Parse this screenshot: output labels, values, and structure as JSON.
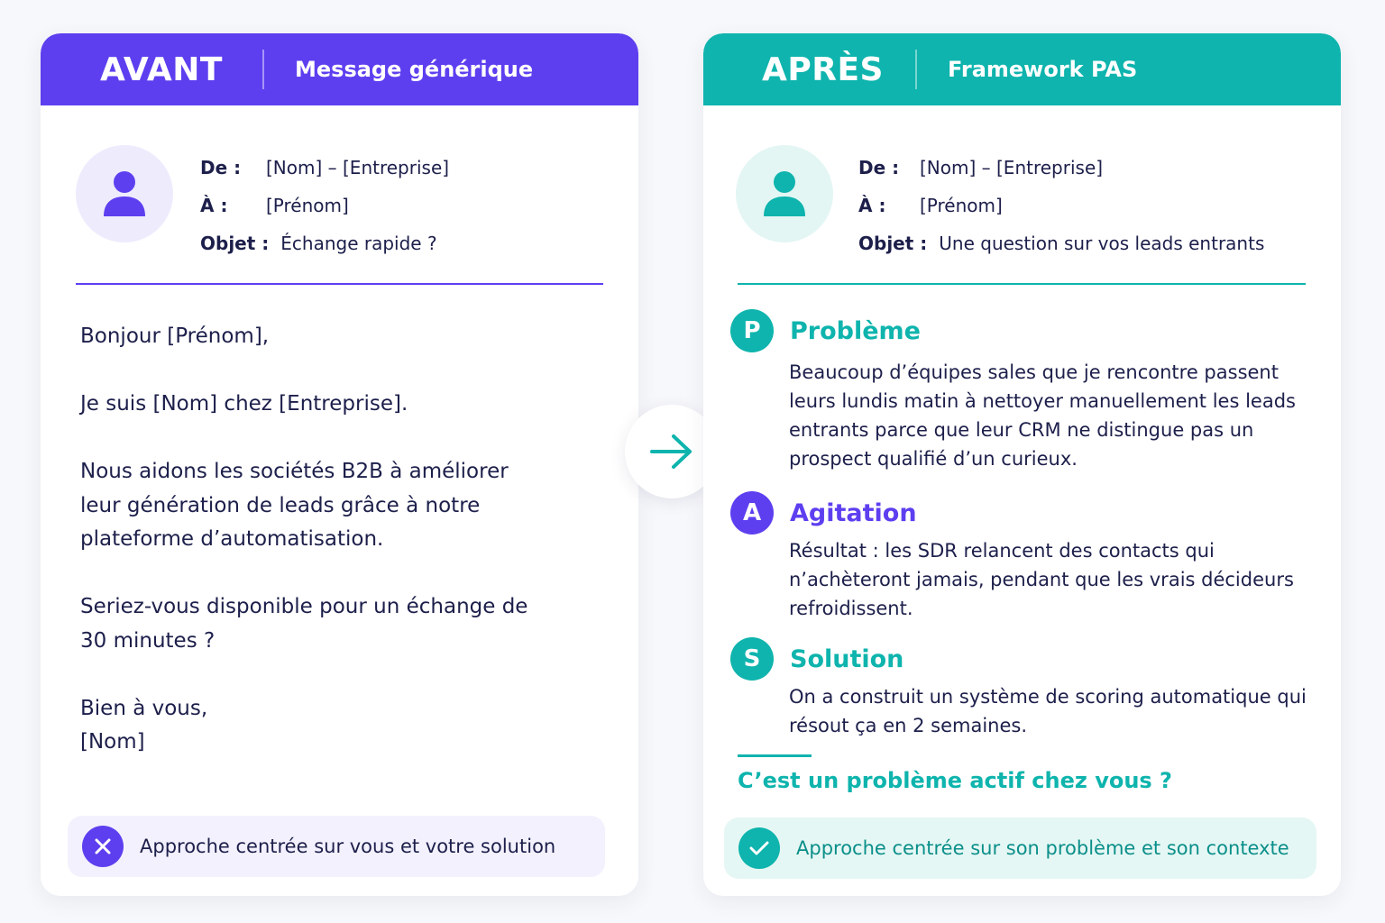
{
  "colors": {
    "purple": "#5e3ff0",
    "teal": "#0eb4ad",
    "background": "#f7f8fb"
  },
  "before": {
    "title": "AVANT",
    "subtitle": "Message générique",
    "from_label": "De :",
    "from_value": "[Nom] – [Entreprise]",
    "to_label": "À :",
    "to_value": "[Prénom]",
    "subject_label": "Objet :",
    "subject_value": "Échange rapide ?",
    "body": [
      "Bonjour [Prénom],",
      "Je suis [Nom] chez [Entreprise].",
      "Nous aidons les sociétés B2B à améliorer leur génération de leads grâce à notre plateforme d’automatisation.",
      "Seriez-vous disponible pour un échange de 30 minutes ?"
    ],
    "signoff_1": "Bien à vous,",
    "signoff_2": "[Nom]",
    "note": "Approche centrée sur vous et votre solution",
    "note_icon": "x-icon",
    "avatar_icon": "user-icon"
  },
  "arrow_icon": "arrow-right-icon",
  "after": {
    "title": "APRÈS",
    "subtitle": "Framework PAS",
    "from_label": "De :",
    "from_value": "[Nom] – [Entreprise]",
    "to_label": "À :",
    "to_value": "[Prénom]",
    "subject_label": "Objet :",
    "subject_value": "Une question sur vos leads entrants",
    "avatar_icon": "user-icon",
    "sections": [
      {
        "letter": "P",
        "title": "Problème",
        "text": "Beaucoup d’équipes sales que je rencontre passent leurs lundis matin à nettoyer manuellement les leads entrants parce que leur CRM ne distingue pas un prospect qualifié d’un curieux."
      },
      {
        "letter": "A",
        "title": "Agitation",
        "text": "Résultat : les SDR relancent des contacts qui n’achèteront jamais, pendant que les vrais décideurs refroidissent."
      },
      {
        "letter": "S",
        "title": "Solution",
        "text": "On a construit un système de scoring automatique qui résout ça en 2 semaines."
      }
    ],
    "cta": "C’est un problème actif chez vous ?",
    "note": "Approche centrée sur son problème et son contexte",
    "note_icon": "check-icon"
  }
}
